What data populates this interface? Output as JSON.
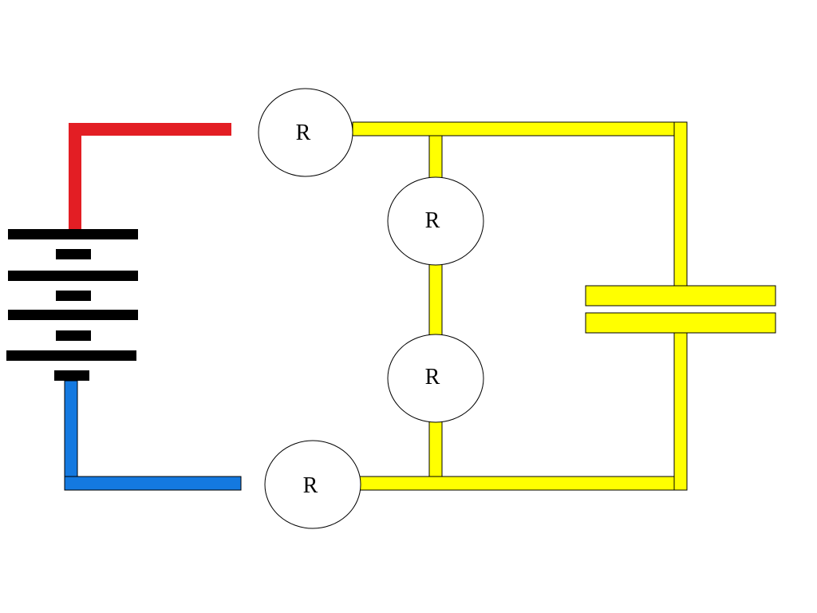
{
  "colors": {
    "positive_wire": "#e31e24",
    "negative_wire": "#1479e0",
    "circuit_wire": "#ffff00",
    "battery_plates": "#000000",
    "outline": "#000000",
    "resistor_fill": "#ffffff"
  },
  "resistors": {
    "top": {
      "label": "R"
    },
    "middle_upper": {
      "label": "R"
    },
    "middle_lower": {
      "label": "R"
    },
    "bottom": {
      "label": "R"
    }
  }
}
